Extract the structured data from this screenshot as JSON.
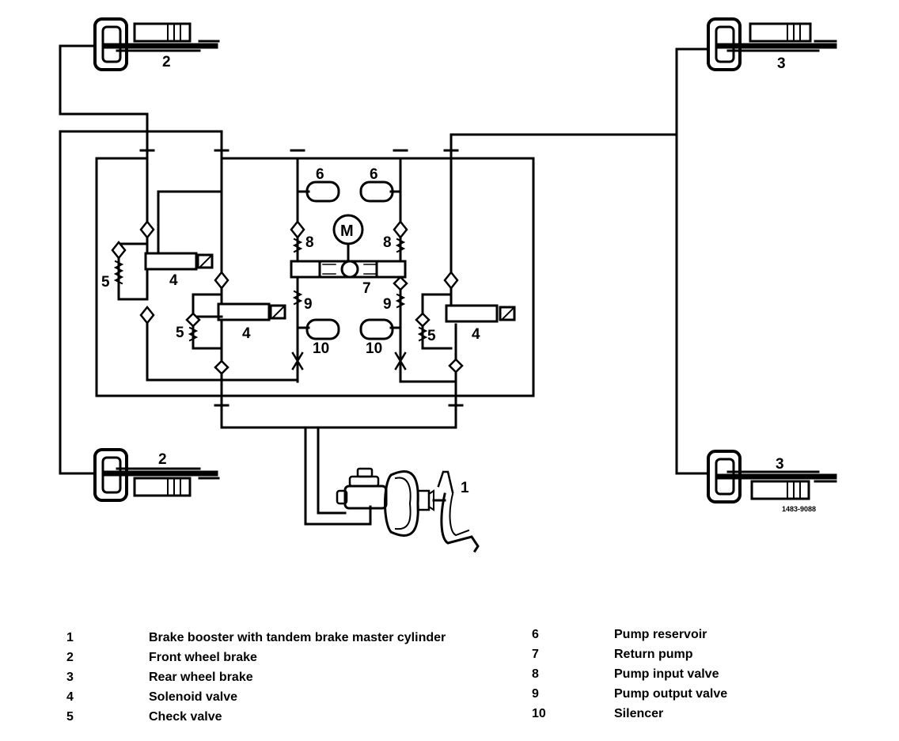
{
  "diagram": {
    "front_brake_label": "2",
    "rear_brake_label": "3",
    "booster_label": "1",
    "solenoid_label": "4",
    "check_valve_label": "5",
    "reservoir_label": "6",
    "return_pump_label": "7",
    "input_valve_label": "8",
    "output_valve_label": "9",
    "silencer_label": "10",
    "motor_label": "M",
    "figure_code": "1483-9088"
  },
  "legend": {
    "left": [
      {
        "num": "1",
        "text": "Brake booster with tandem brake master cylinder"
      },
      {
        "num": "2",
        "text": "Front wheel brake"
      },
      {
        "num": "3",
        "text": "Rear wheel brake"
      },
      {
        "num": "4",
        "text": "Solenoid valve"
      },
      {
        "num": "5",
        "text": "Check valve"
      }
    ],
    "right": [
      {
        "num": "6",
        "text": "Pump reservoir"
      },
      {
        "num": "7",
        "text": "Return pump"
      },
      {
        "num": "8",
        "text": "Pump input valve"
      },
      {
        "num": "9",
        "text": "Pump output valve"
      },
      {
        "num": "10",
        "text": "Silencer"
      }
    ]
  }
}
